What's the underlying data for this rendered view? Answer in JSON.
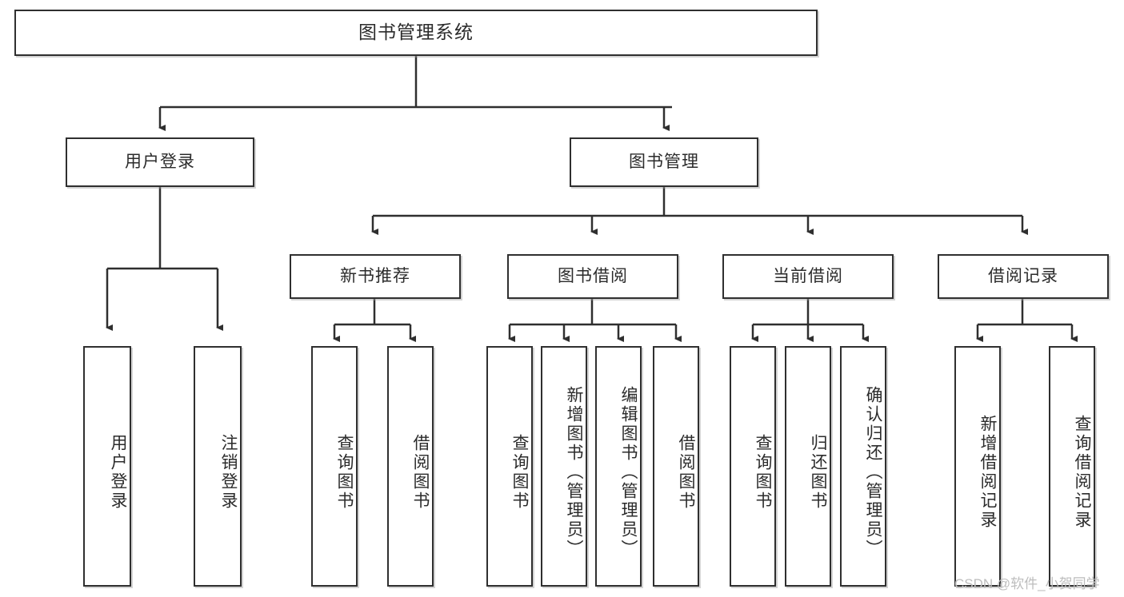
{
  "diagram": {
    "type": "tree-hierarchy-chart",
    "title": "图书管理系统",
    "watermark": "CSDN @软件_小贺同学",
    "colors": {
      "box_border": "#2f2f2f",
      "box_fill": "#ffffff",
      "edge": "#2f2f2f",
      "text": "#2b2b2b",
      "watermark": "#bdbdbd",
      "background": "#ffffff"
    },
    "levels": {
      "root": {
        "label": "图书管理系统"
      },
      "level2": [
        {
          "key": "user-login",
          "label": "用户登录"
        },
        {
          "key": "book-manage",
          "label": "图书管理"
        }
      ],
      "level3": [
        {
          "key": "new-book-recommend",
          "label": "新书推荐"
        },
        {
          "key": "book-borrow",
          "label": "图书借阅"
        },
        {
          "key": "current-borrow",
          "label": "当前借阅"
        },
        {
          "key": "borrow-record",
          "label": "借阅记录"
        }
      ],
      "leaves": {
        "user-login": [
          {
            "key": "user-login-leaf",
            "label": "用户登录"
          },
          {
            "key": "logout-leaf",
            "label": "注销登录"
          }
        ],
        "new-book-recommend": [
          {
            "key": "query-book-1",
            "label": "查询图书"
          },
          {
            "key": "borrow-book-1",
            "label": "借阅图书"
          }
        ],
        "book-borrow": [
          {
            "key": "query-book-2",
            "label": "查询图书"
          },
          {
            "key": "add-book",
            "label": "新增图书（管理员）"
          },
          {
            "key": "edit-book",
            "label": "编辑图书（管理员）"
          },
          {
            "key": "borrow-book-2",
            "label": "借阅图书"
          }
        ],
        "current-borrow": [
          {
            "key": "query-book-3",
            "label": "查询图书"
          },
          {
            "key": "return-book",
            "label": "归还图书"
          },
          {
            "key": "confirm-return",
            "label": "确认归还（管理员）"
          }
        ],
        "borrow-record": [
          {
            "key": "add-borrow-record",
            "label": "新增借阅记录"
          },
          {
            "key": "query-borrow-record",
            "label": "查询借阅记录"
          }
        ]
      }
    }
  }
}
